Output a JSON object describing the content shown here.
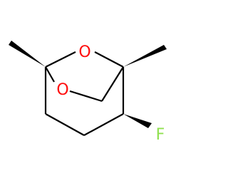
{
  "structure": {
    "atoms": {
      "o_bridge": {
        "symbol": "O",
        "color": "#ff0d0d"
      },
      "o_ring": {
        "symbol": "O",
        "color": "#ff0d0d"
      },
      "fluorine": {
        "symbol": "F",
        "color": "#90e050"
      }
    },
    "bond_color": "#000000"
  }
}
